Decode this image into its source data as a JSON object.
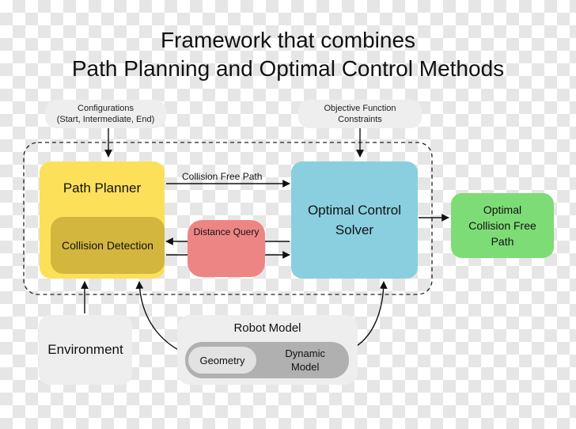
{
  "title": {
    "line1": "Framework that combines",
    "line2": "Path Planning and Optimal Control Methods"
  },
  "inputs": {
    "configurations_line1": "Configurations",
    "configurations_line2": "(Start, Intermediate, End)",
    "objective_line1": "Objective Function",
    "objective_line2": "Constraints"
  },
  "nodes": {
    "path_planner": "Path Planner",
    "collision_detection": "Collision Detection",
    "optimal_control_line1": "Optimal Control",
    "optimal_control_line2": "Solver",
    "distance_query": "Distance Query",
    "output_line1": "Optimal",
    "output_line2": "Collision Free",
    "output_line3": "Path",
    "environment": "Environment",
    "robot_model": "Robot Model",
    "geometry": "Geometry",
    "dynamic_model_line1": "Dynamic",
    "dynamic_model_line2": "Model"
  },
  "edges": {
    "collision_free_path": "Collision Free Path"
  },
  "colors": {
    "path_planner": "#fde05a",
    "collision_detection": "#d2b63e",
    "optimal_control": "#89cfe0",
    "output": "#7ddc76",
    "distance_query": "#ee8585",
    "neutral": "#eeeeee",
    "neutral_dark": "#b0b0b0"
  }
}
